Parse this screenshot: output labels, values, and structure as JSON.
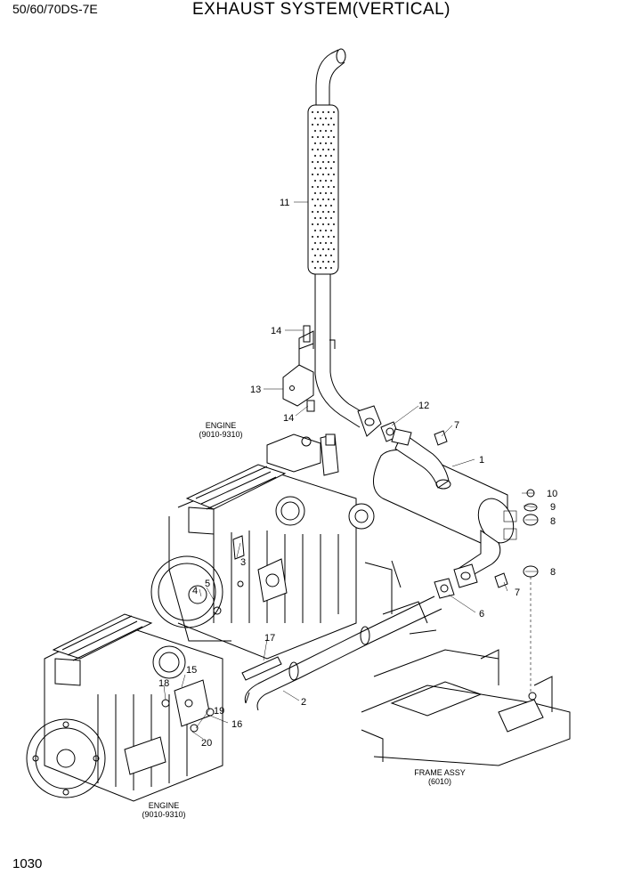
{
  "header": {
    "model": "50/60/70DS-7E",
    "title": "EXHAUST SYSTEM(VERTICAL)"
  },
  "page_number": "1030",
  "captions": {
    "engine_top_name": "ENGINE",
    "engine_top_code": "(9010-9310)",
    "engine_bottom_name": "ENGINE",
    "engine_bottom_code": "(9010-9310)",
    "frame_name": "FRAME ASSY",
    "frame_code": "(6010)"
  },
  "callouts": {
    "c1": "1",
    "c2": "2",
    "c3": "3",
    "c4": "4",
    "c5": "5",
    "c6": "6",
    "c7a": "7",
    "c7b": "7",
    "c8a": "8",
    "c8b": "8",
    "c9": "9",
    "c10": "10",
    "c11": "11",
    "c12": "12",
    "c13": "13",
    "c14a": "14",
    "c14b": "14",
    "c15": "15",
    "c16": "16",
    "c17": "17",
    "c18": "18",
    "c19": "19",
    "c20": "20"
  }
}
